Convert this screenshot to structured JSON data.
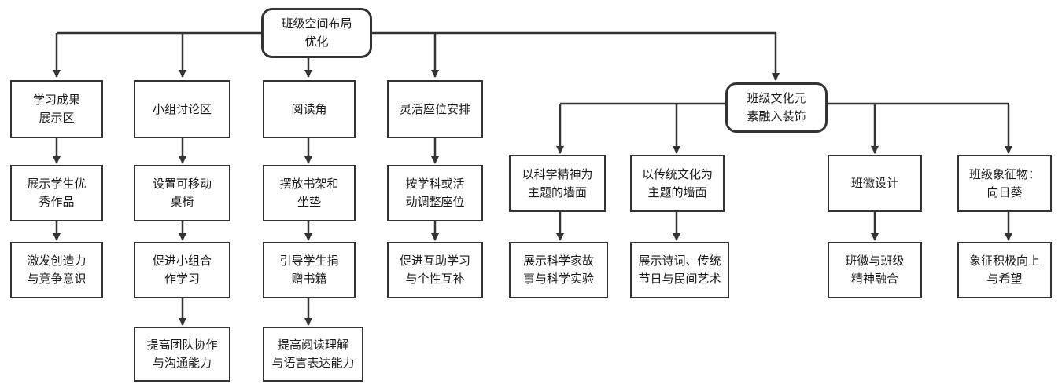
{
  "colors": {
    "line": "#333333",
    "border": "#333333",
    "text": "#1a1a1a",
    "background": "#ffffff"
  },
  "nodes": {
    "root": "班级空间布局\n优化",
    "b1": "学习成果\n展示区",
    "b1c1": "展示学生优\n秀作品",
    "b1c2": "激发创造力\n与竞争意识",
    "b2": "小组讨论区",
    "b2c1": "设置可移动\n桌椅",
    "b2c2": "促进小组合\n作学习",
    "b2c3": "提高团队协作\n与沟通能力",
    "b3": "阅读角",
    "b3c1": "摆放书架和\n坐垫",
    "b3c2": "引导学生捐\n赠书籍",
    "b3c3": "提高阅读理解\n与语言表达能力",
    "b4": "灵活座位安排",
    "b4c1": "按学科或活\n动调整座位",
    "b4c2": "促进互助学习\n与个性互补",
    "culture": "班级文化元\n素融入装饰",
    "c1": "以科学精神为\n主题的墙面",
    "c1c1": "展示科学家故\n事与科学实验",
    "c2": "以传统文化为\n主题的墙面",
    "c2c1": "展示诗词、传统\n节日与民间艺术",
    "c3": "班徽设计",
    "c3c1": "班徽与班级\n精神融合",
    "c4": "班级象征物：\n向日葵",
    "c4c1": "象征积极向上\n与希望"
  }
}
